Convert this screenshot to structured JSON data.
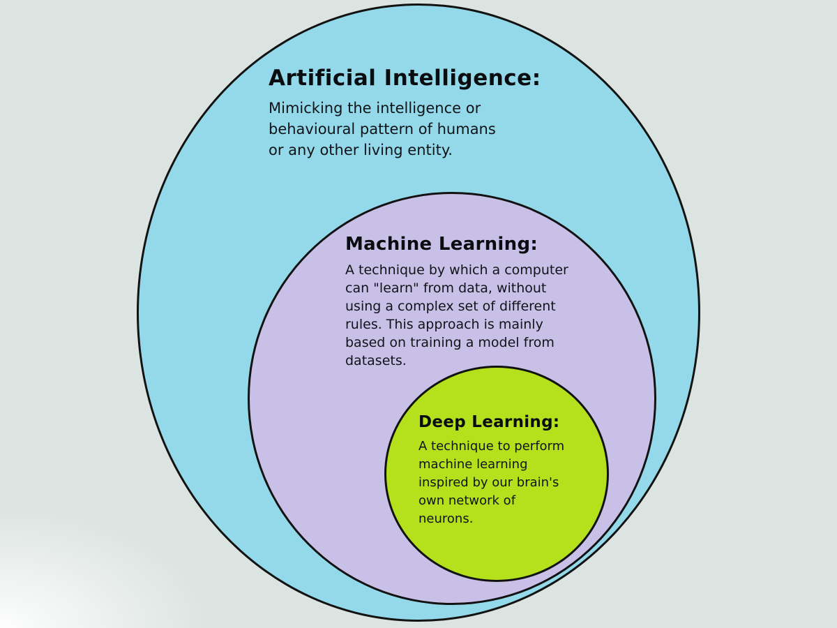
{
  "colors": {
    "background": "#dce4e1",
    "ai_circle": "#94d9e9",
    "ml_circle": "#c9c0e8",
    "dl_circle": "#b4e11c",
    "outline": "#121212"
  },
  "diagram": {
    "ai": {
      "title": "Artificial Intelligence:",
      "description": "Mimicking the intelligence or\nbehavioural pattern of humans\nor any other living entity."
    },
    "ml": {
      "title": "Machine Learning:",
      "description": "A technique by which a computer\ncan \"learn\" from data, without\nusing a complex set of different\nrules. This approach is mainly\nbased on training a model from\ndatasets."
    },
    "dl": {
      "title": "Deep Learning:",
      "description": "A technique to perform\nmachine learning\ninspired by our brain's\nown network of\nneurons."
    }
  }
}
